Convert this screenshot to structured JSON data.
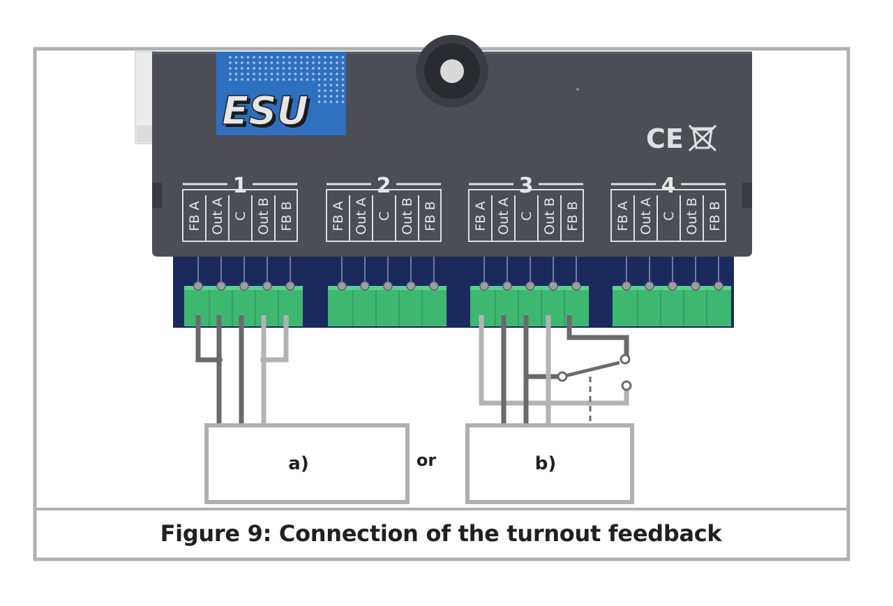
{
  "figure": {
    "caption": "Figure 9: Connection of the turnout feedback"
  },
  "device": {
    "brand": "ESU",
    "marks": "CE",
    "port_groups": [
      {
        "number": "1",
        "terminals": [
          "FB A",
          "Out A",
          "C",
          "Out B",
          "FB B"
        ]
      },
      {
        "number": "2",
        "terminals": [
          "FB A",
          "Out A",
          "C",
          "Out B",
          "FB B"
        ]
      },
      {
        "number": "3",
        "terminals": [
          "FB A",
          "Out A",
          "C",
          "Out B",
          "FB B"
        ]
      },
      {
        "number": "4",
        "terminals": [
          "FB A",
          "Out A",
          "C",
          "Out B",
          "FB B"
        ]
      }
    ]
  },
  "options": {
    "a_label": "a)",
    "b_label": "b)",
    "separator": "or"
  },
  "colors": {
    "housing": "#4c4d55",
    "esu_blue": "#2f6fc0",
    "pcb": "#1a2a5c",
    "terminal_green": "#3eb870",
    "wire_dark": "#6a6a6e",
    "wire_light": "#b3b3b3",
    "frame": "#b0b0b0"
  }
}
